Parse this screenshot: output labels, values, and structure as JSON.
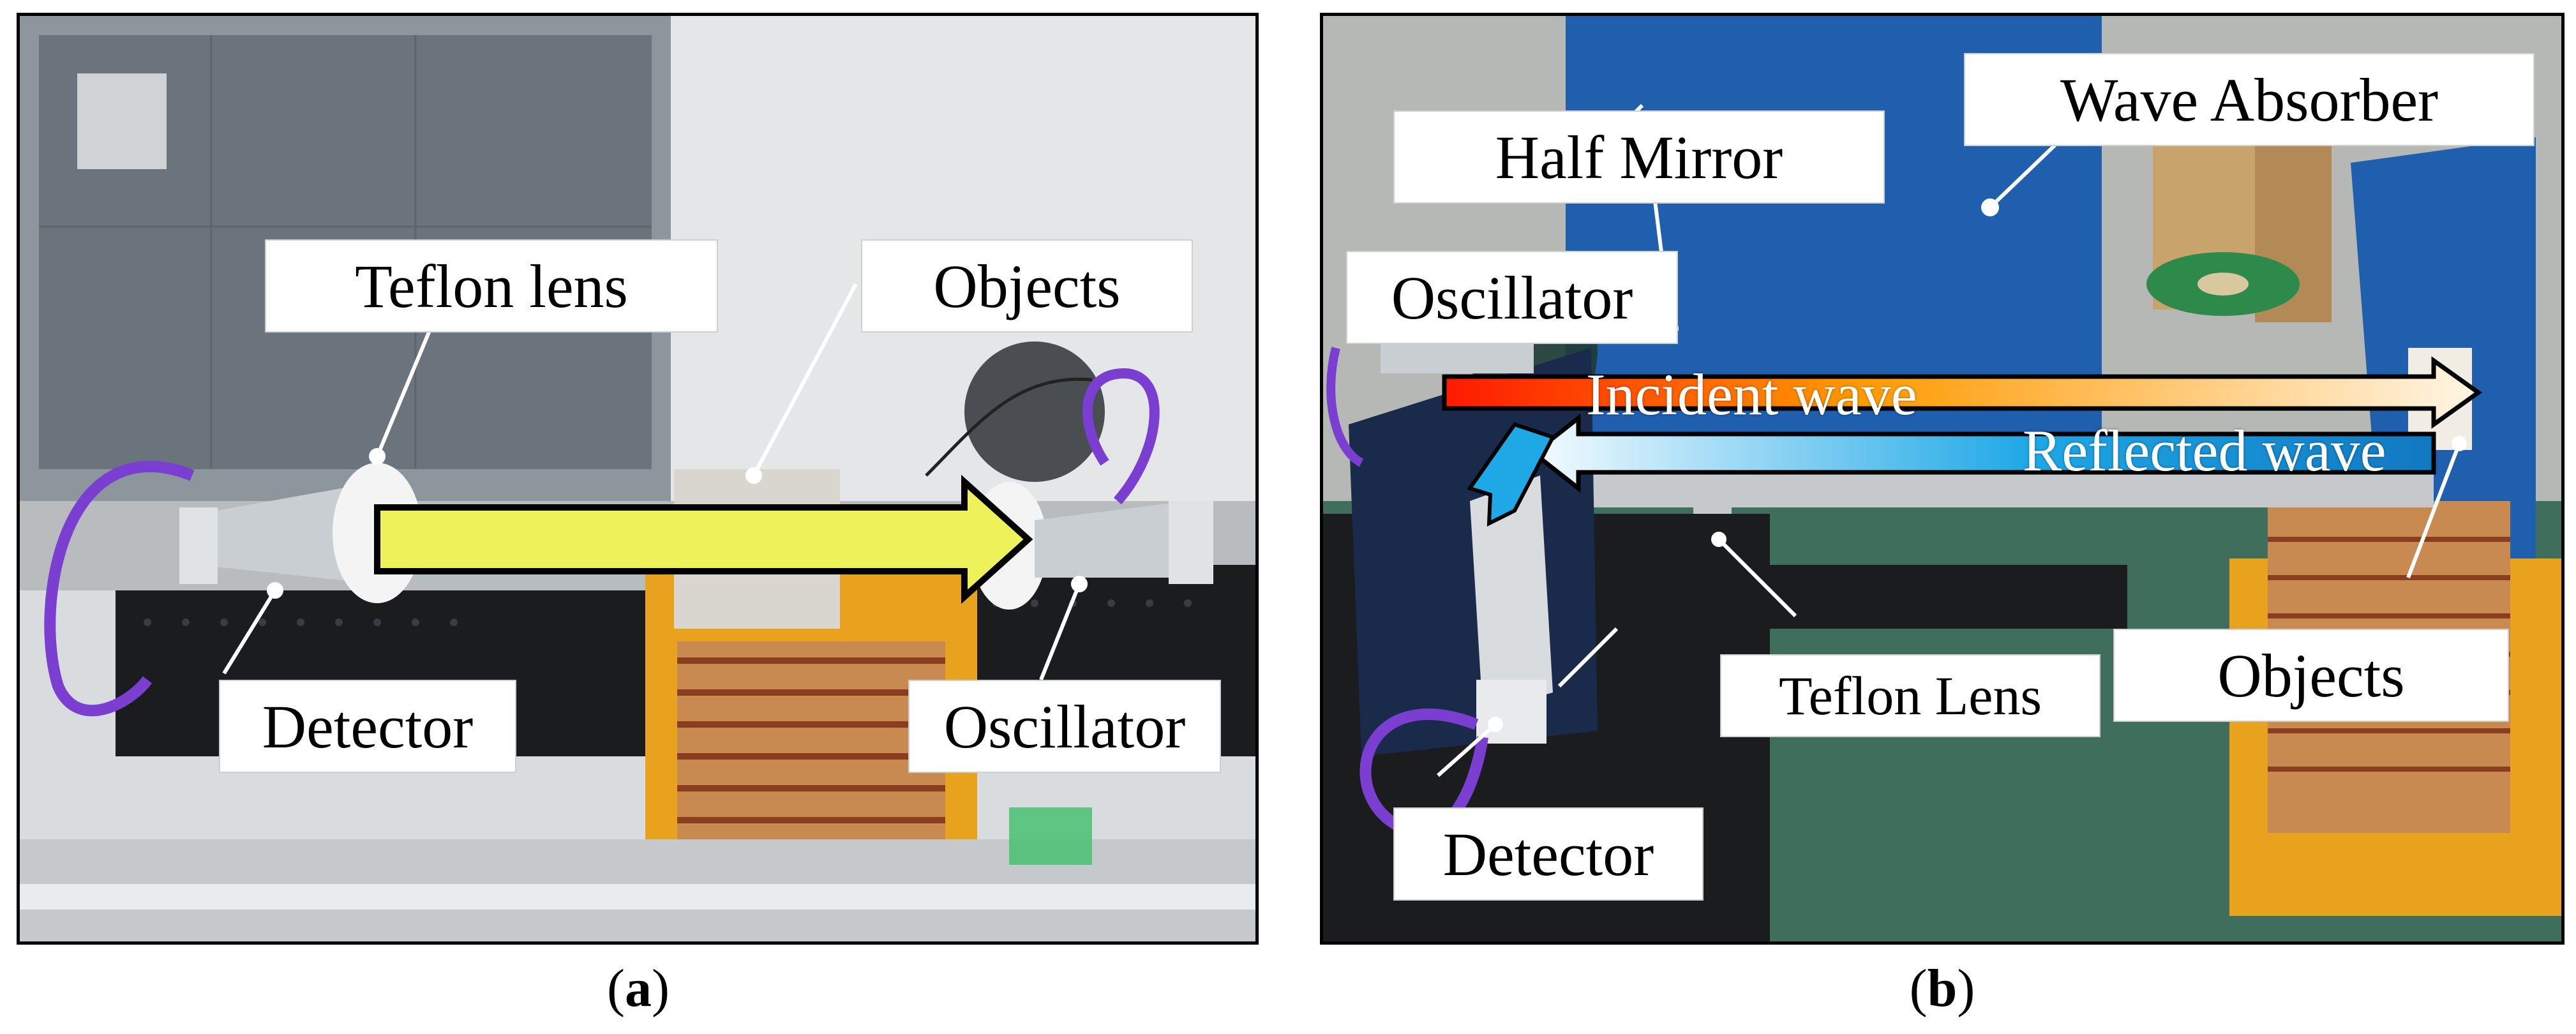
{
  "panel_a": {
    "labels": {
      "teflon_lens": "Teflon lens",
      "objects": "Objects",
      "detector": "Detector",
      "oscillator": "Oscillator"
    },
    "caption_letter": "a"
  },
  "panel_b": {
    "labels": {
      "wave_absorber": "Wave Absorber",
      "half_mirror": "Half Mirror",
      "oscillator": "Oscillator",
      "incident_wave": "Incident wave",
      "reflected_wave": "Reflected wave",
      "objects": "Objects",
      "teflon_lens": "Teflon Lens",
      "detector": "Detector"
    },
    "caption_letter": "b"
  },
  "colors": {
    "arrow_yellow": "#eef25a",
    "absorber_blue": "#1f5fae",
    "cable_purple": "#7a3fd0",
    "table_orange": "#e8a21e",
    "incident_red": "#ff1a00",
    "reflected_blue": "#1fa8e6"
  }
}
